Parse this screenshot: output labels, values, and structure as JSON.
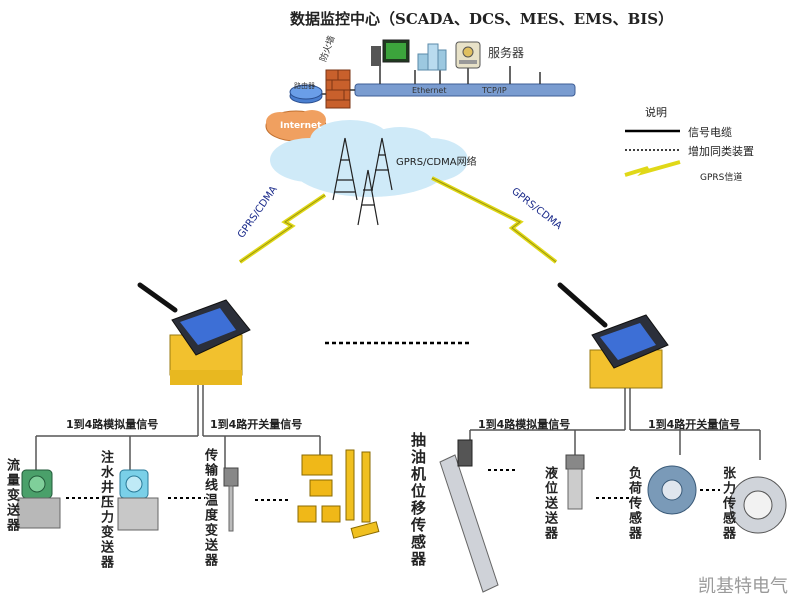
{
  "title": "数据监控中心（SCADA、DCS、MES、EMS、BIS）",
  "network": {
    "server_label": "服务器",
    "firewall_label": "防火墙",
    "router_label": "路由器",
    "internet_label": "Internet",
    "ethernet_label": "Ethernet",
    "tcpip_label": "TCP/IP",
    "cloud_label": "GPRS/CDMA网络",
    "link_left_label": "GPRS/CDMA",
    "link_right_label": "GPRS/CDMA"
  },
  "legend": {
    "title": "说明",
    "items": [
      {
        "label": "信号电缆"
      },
      {
        "label": "增加同类装置"
      },
      {
        "label": "GPRS信道"
      }
    ]
  },
  "left_unit": {
    "analog_label": "1到4路模拟量信号",
    "switch_label": "1到4路开关量信号",
    "sensors": [
      {
        "label": "流量变送器"
      },
      {
        "label": "注水井压力变送器"
      },
      {
        "label": "传输线温度变送器"
      }
    ]
  },
  "right_unit": {
    "analog_label": "1到4路模拟量信号",
    "switch_label": "1到4路开关量信号",
    "sensors": [
      {
        "label": "抽油机位移传感器"
      },
      {
        "label": "液位送送器"
      },
      {
        "label": "负荷传感器"
      },
      {
        "label": "张力传感器"
      }
    ]
  },
  "watermark": "凯基特电气",
  "colors": {
    "cloud": "#c8e8f8",
    "bus": "#5a7fb8",
    "device_yellow": "#f2c12e",
    "device_dark": "#2b2f3a",
    "lightning": "#e8e020"
  }
}
